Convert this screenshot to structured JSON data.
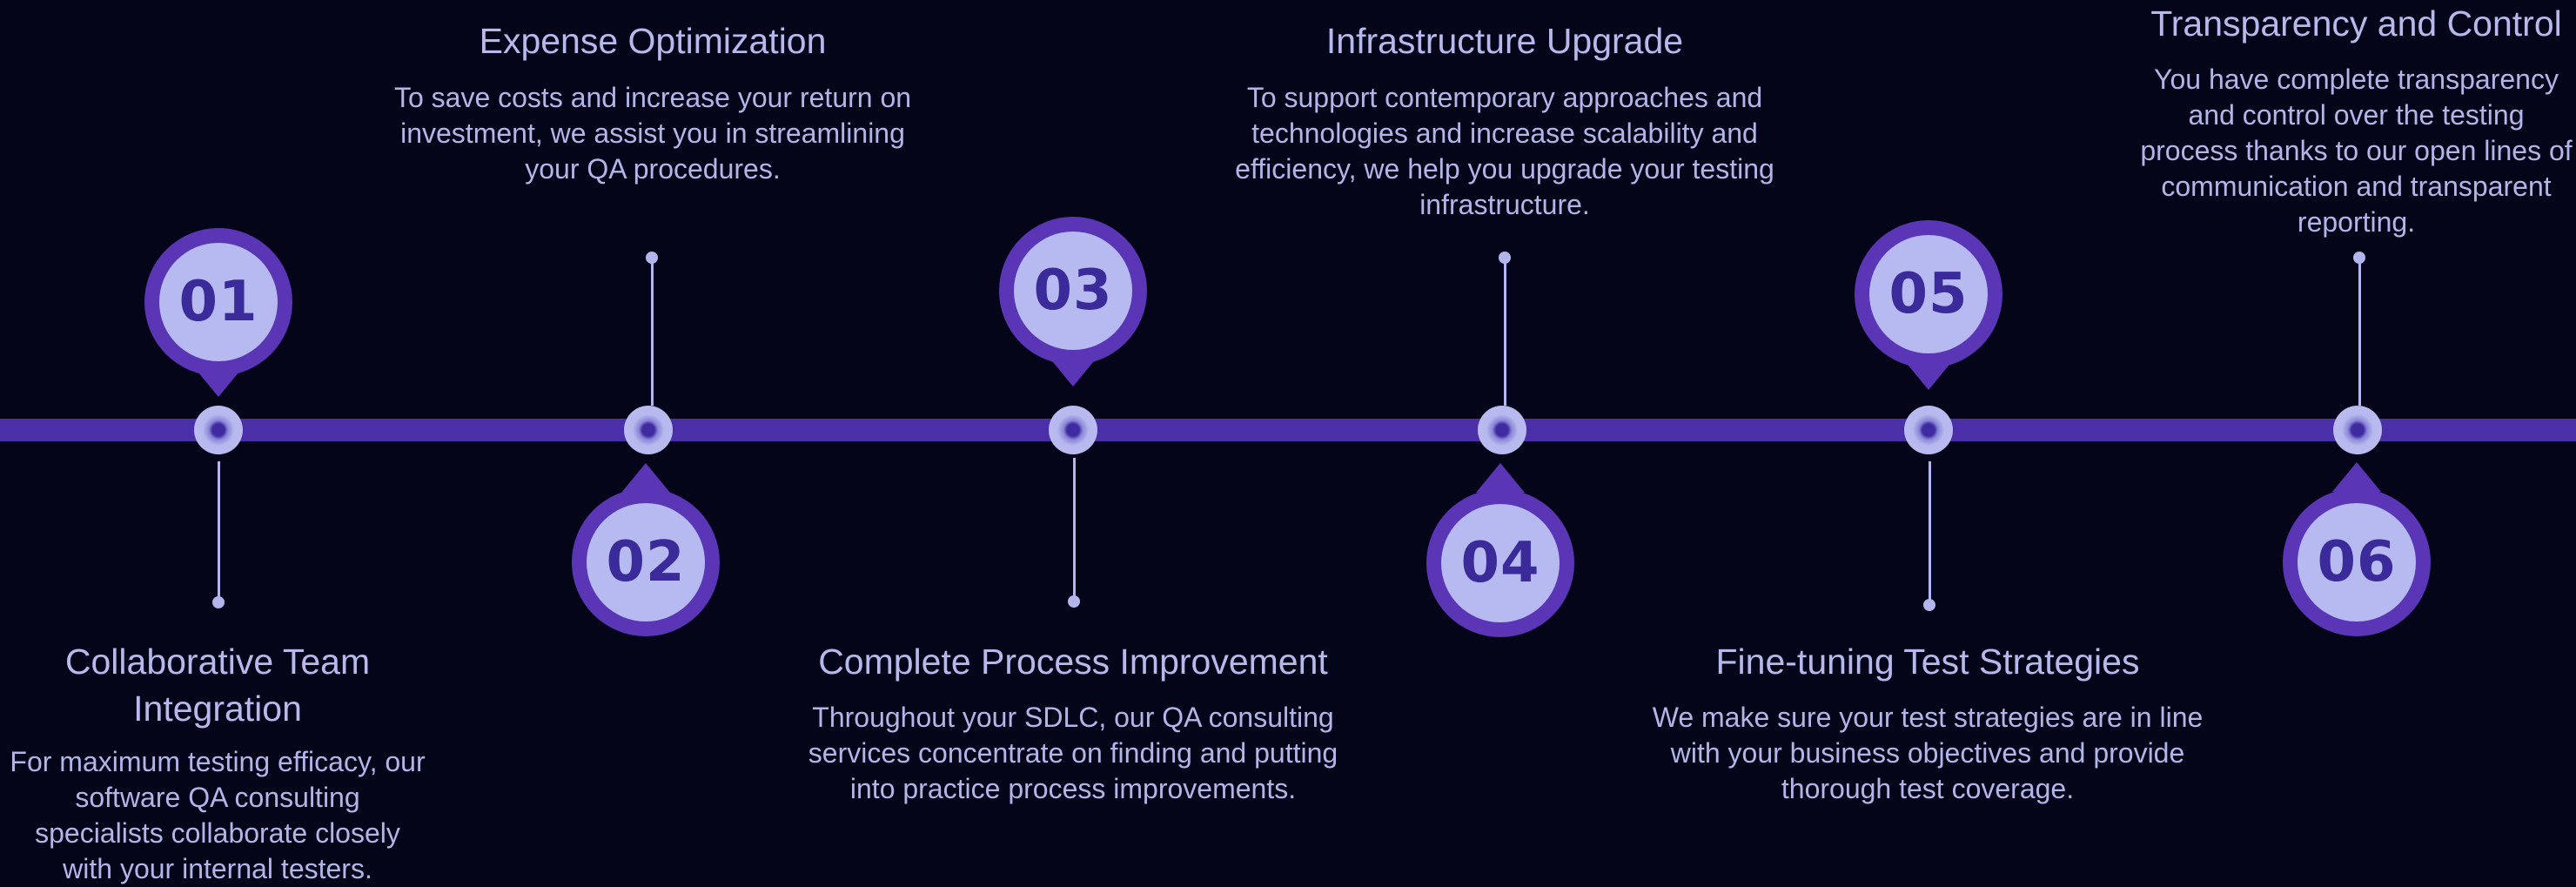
{
  "colors": {
    "background": "#05051a",
    "timeline_bar": "#4a2fa8",
    "badge_ring": "#5a36b6",
    "badge_fill": "#b7baf0",
    "badge_number": "#3a2a9a",
    "text": "#b7b9ec"
  },
  "steps": [
    {
      "number": "01",
      "title": "Collaborative Team Integration",
      "description": "For maximum testing efficacy, our software QA consulting specialists collaborate closely with your internal testers."
    },
    {
      "number": "02",
      "title": "Expense Optimization",
      "description": "To save costs and increase your return on investment, we assist you in streamlining your QA procedures."
    },
    {
      "number": "03",
      "title": "Complete Process Improvement",
      "description": "Throughout your SDLC, our QA consulting services concentrate on finding and putting into practice process improvements."
    },
    {
      "number": "04",
      "title": "Infrastructure Upgrade",
      "description": "To support contemporary approaches and technologies and increase scalability and efficiency, we help you upgrade your testing infrastructure."
    },
    {
      "number": "05",
      "title": "Fine-tuning Test Strategies",
      "description": "We make sure your test strategies are in line with your business objectives and provide thorough test coverage."
    },
    {
      "number": "06",
      "title": "Transparency and Control",
      "description": "You have complete transparency and control over the testing process thanks to our open lines of communication and transparent reporting."
    }
  ]
}
